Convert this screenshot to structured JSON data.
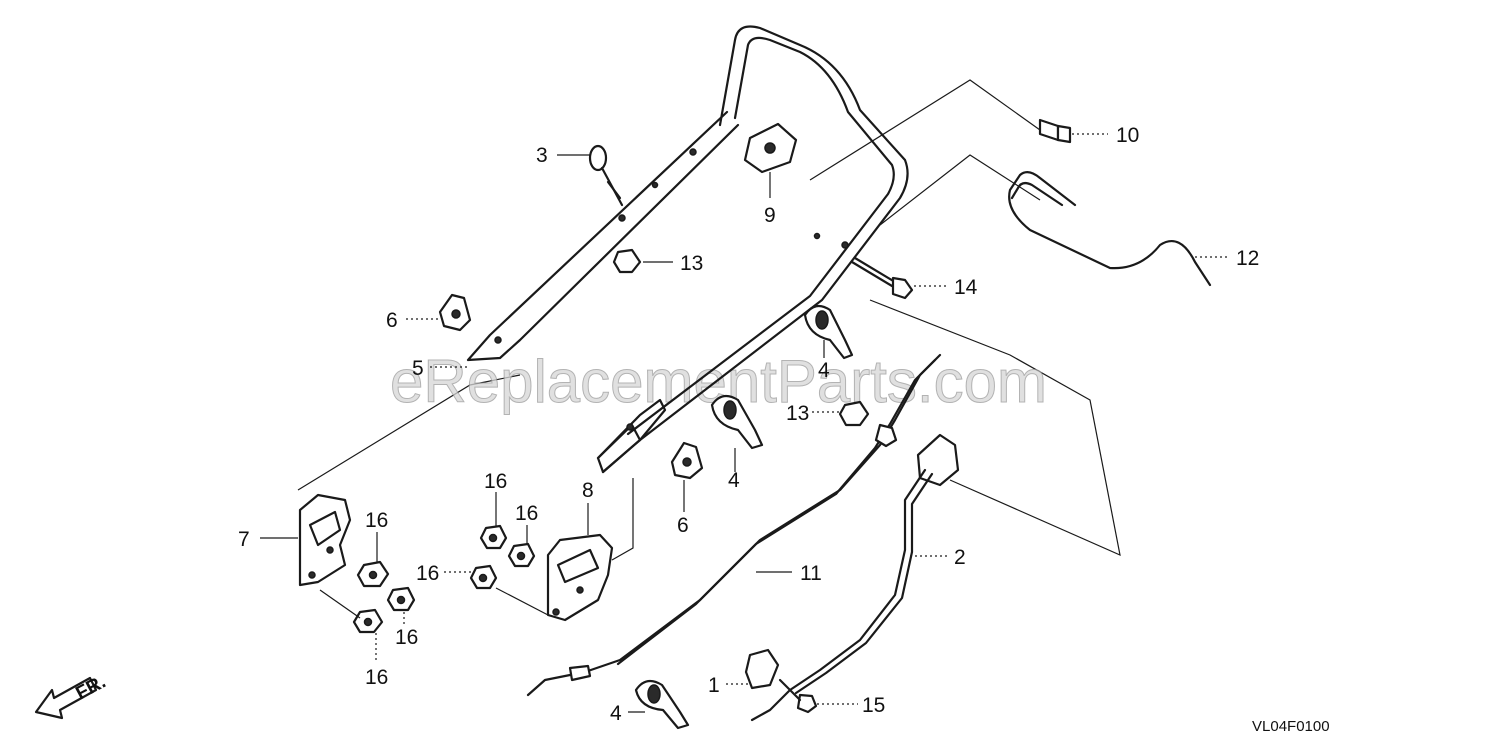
{
  "diagram": {
    "code": "VL04F0100",
    "watermark": "eReplacementParts.com",
    "direction_label": "FR.",
    "callouts": [
      {
        "label": "1"
      },
      {
        "label": "2"
      },
      {
        "label": "3"
      },
      {
        "label": "4"
      },
      {
        "label": "4"
      },
      {
        "label": "4"
      },
      {
        "label": "5"
      },
      {
        "label": "6"
      },
      {
        "label": "6"
      },
      {
        "label": "7"
      },
      {
        "label": "8"
      },
      {
        "label": "9"
      },
      {
        "label": "10"
      },
      {
        "label": "11"
      },
      {
        "label": "12"
      },
      {
        "label": "13"
      },
      {
        "label": "13"
      },
      {
        "label": "14"
      },
      {
        "label": "15"
      },
      {
        "label": "16"
      },
      {
        "label": "16"
      },
      {
        "label": "16"
      },
      {
        "label": "16"
      },
      {
        "label": "16"
      },
      {
        "label": "16"
      }
    ]
  }
}
